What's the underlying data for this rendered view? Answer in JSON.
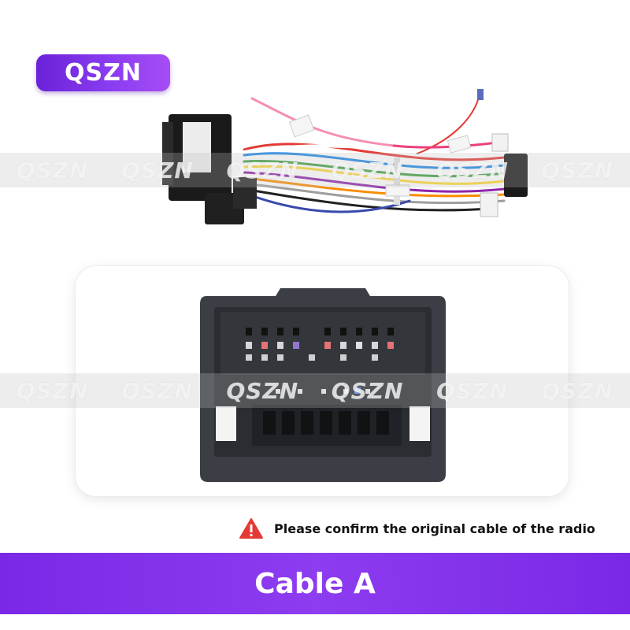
{
  "brand": {
    "badge_label": "QSZN",
    "watermark_text": "QSZN"
  },
  "warning": {
    "icon": "warning-triangle-icon",
    "text": "Please confirm the original cable of the radio"
  },
  "banner": {
    "label": "Cable A"
  },
  "colors": {
    "brand_purple": "#8a3cf0",
    "banner_purple": "#7a28e6",
    "warning_red": "#e53935"
  }
}
